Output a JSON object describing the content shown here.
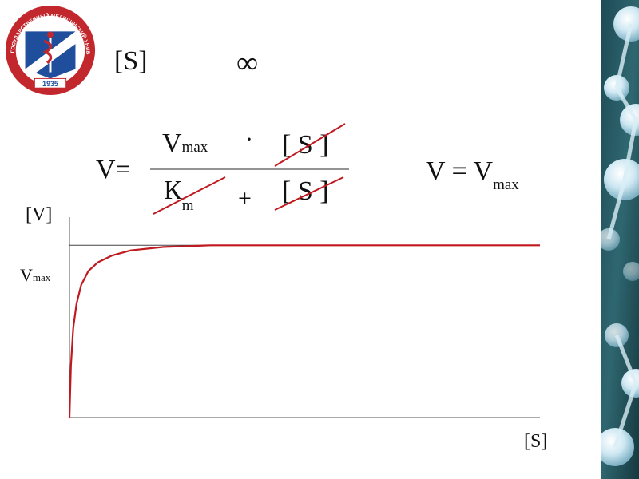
{
  "logo": {
    "ring_text": "КУРСКИЙ ГОСУДАРСТВЕННЫЙ МЕДИЦИНСКИЙ УНИВЕРСИТЕТ",
    "year": "1935",
    "colors": {
      "ring": "#c1272d",
      "field": "#1f4e9c",
      "accent": "#ffffff"
    }
  },
  "limit": {
    "substrate": "[S]",
    "infinity": "∞"
  },
  "equation": {
    "lhs": "V=",
    "v": "V",
    "max": "max",
    "dot": "·",
    "s_num": "[ S ]",
    "k": "К",
    "m": "m",
    "plus": "+",
    "s_den": "[ S ]"
  },
  "result": {
    "lhs": "V =",
    "v": "V",
    "max": "max"
  },
  "chart_data": {
    "type": "line",
    "ylabel": "[V]",
    "xlabel": "[S]",
    "ytick": {
      "v": "V",
      "max": "max"
    },
    "series": [
      {
        "x": [
          0,
          0.3,
          0.8,
          1.5,
          2.5,
          4,
          6,
          9,
          13,
          20,
          30,
          40,
          50,
          60,
          75,
          90,
          100
        ],
        "y": [
          0,
          0.3,
          0.52,
          0.66,
          0.77,
          0.85,
          0.9,
          0.94,
          0.97,
          0.99,
          1,
          1,
          1,
          1,
          1,
          1,
          1
        ]
      }
    ],
    "vmax": 1,
    "xlim": [
      0,
      100
    ],
    "ylim": [
      0,
      1.08
    ],
    "colors": {
      "curve": "#c0191f",
      "axis": "#555555",
      "vmax_line": "#444444"
    }
  },
  "strike_color": "#c0191f"
}
